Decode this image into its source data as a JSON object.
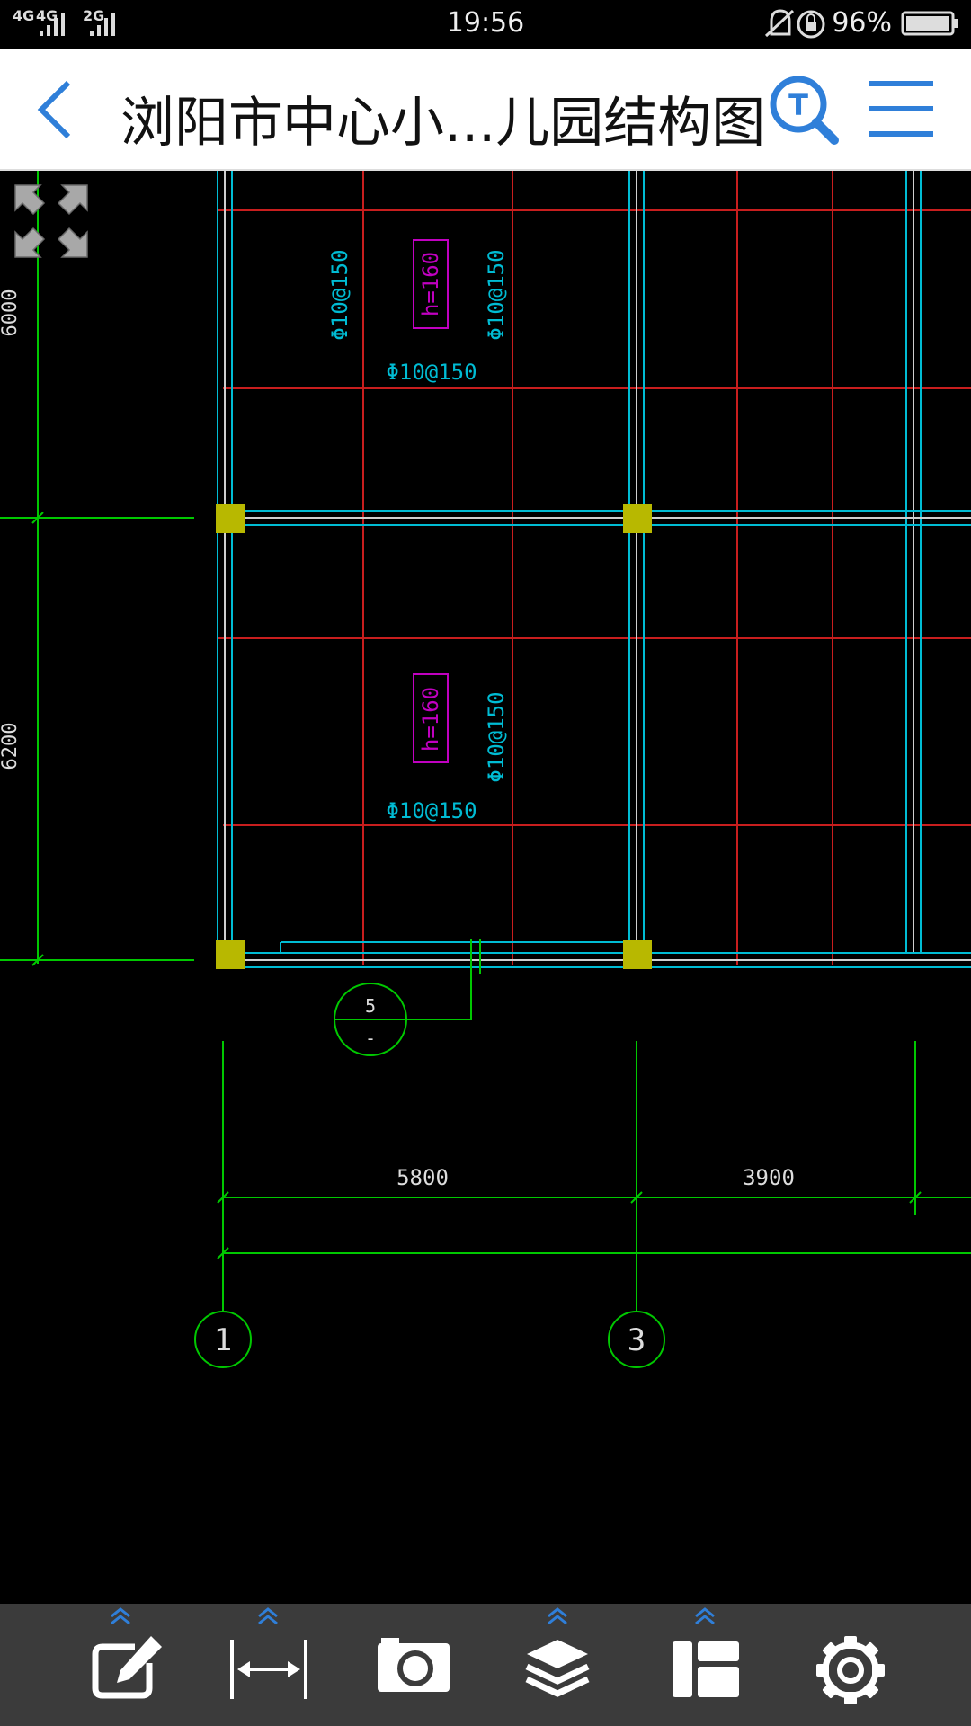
{
  "status_bar": {
    "signal_1": "4G",
    "signal_2": "4G",
    "signal_3": "2G",
    "time": "19:56",
    "battery": "96%"
  },
  "header": {
    "title": "浏阳市中心小...儿园结构图"
  },
  "drawing": {
    "dim_left_upper": "6000",
    "dim_left_lower": "6200",
    "rebar_v1": "Φ10@150",
    "rebar_v2": "Φ10@150",
    "rebar_h1": "Φ10@150",
    "thickness_1": "h=160",
    "thickness_2": "h=160",
    "rebar_v3": "Φ10@150",
    "rebar_h2": "Φ10@150",
    "section_num": "5",
    "section_sub": "-",
    "dim_span_1": "5800",
    "dim_span_2": "3900",
    "axis_1": "1",
    "axis_3": "3"
  },
  "colors": {
    "accent": "#2f7fd9",
    "cad_green": "#00c800",
    "cad_cyan": "#00bcd4",
    "cad_red": "#c81e1e",
    "cad_magenta": "#c000c0",
    "cad_yellow": "#b8b800"
  },
  "icons": {
    "back": "chevron-left-icon",
    "search": "text-search-icon",
    "menu": "hamburger-menu-icon",
    "fullscreen": "expand-arrows-icon",
    "tools": [
      "edit-icon",
      "measure-icon",
      "camera-icon",
      "layers-icon",
      "layout-icon",
      "settings-icon"
    ]
  }
}
